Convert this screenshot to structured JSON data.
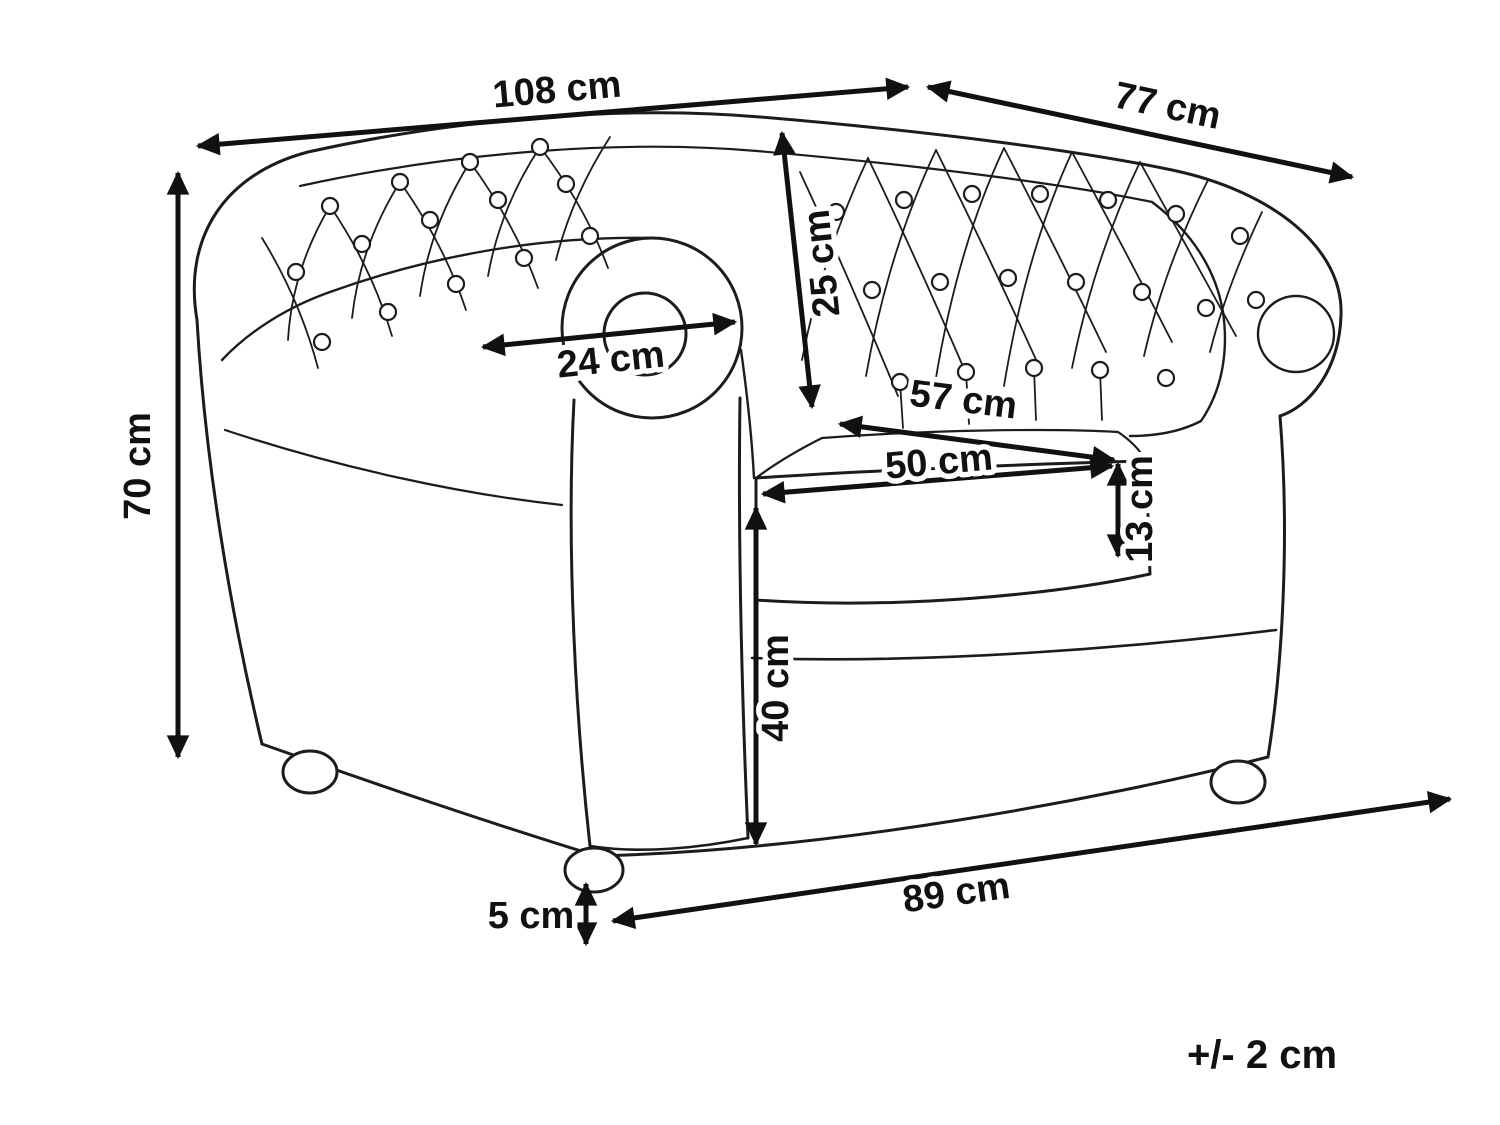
{
  "diagram": {
    "tolerance_note": "+/- 2 cm",
    "dimensions": {
      "overall_width": "108 cm",
      "overall_depth": "77 cm",
      "overall_height": "70 cm",
      "backrest_height": "25 cm",
      "armrest_width": "24 cm",
      "seat_depth": "57 cm",
      "seat_width": "50 cm",
      "seat_cushion_thickness": "13 cm",
      "seat_height": "40 cm",
      "base_depth": "89 cm",
      "leg_height": "5 cm"
    }
  }
}
